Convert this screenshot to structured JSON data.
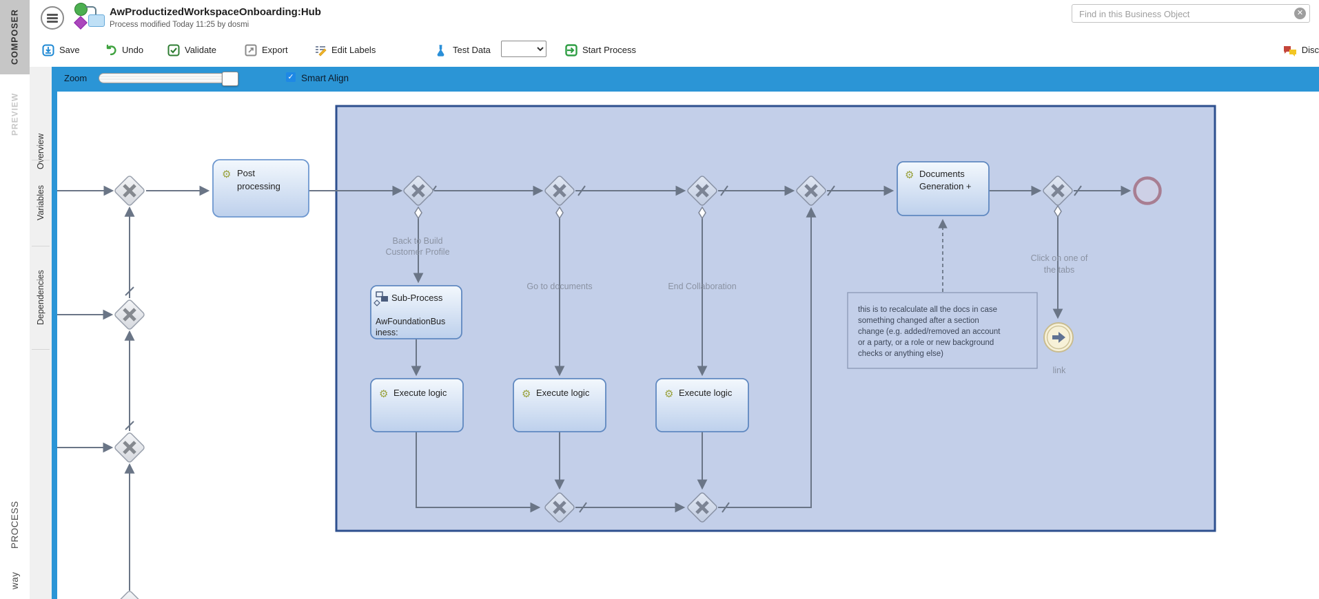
{
  "left_rail": {
    "composer": "COMPOSER",
    "preview": "PREVIEW",
    "process": "PROCESS",
    "way": "way",
    "tabs": [
      {
        "label": "Overview"
      },
      {
        "label": "Variables"
      },
      {
        "label": "Dependencies"
      }
    ]
  },
  "header": {
    "title": "AwProductizedWorkspaceOnboarding:Hub",
    "subtitle": "Process modified Today 11:25 by dosmi",
    "search_placeholder": "Find in this Business Object",
    "search_value": "",
    "clear_glyph": "✕"
  },
  "toolbar": {
    "save": "Save",
    "undo": "Undo",
    "validate": "Validate",
    "export": "Export",
    "edit_labels": "Edit Labels",
    "test_data": "Test Data",
    "test_data_selected": "",
    "start_process": "Start Process",
    "discussions": "Disc"
  },
  "canvas_bar": {
    "zoom_label": "Zoom",
    "smart_align": "Smart Align",
    "smart_align_checked": true,
    "check_glyph": "✓"
  },
  "diagram": {
    "gear_glyph": "⚙",
    "tasks": {
      "post_processing_1": "Post",
      "post_processing_2": "processing",
      "sub_process_title": "Sub-Process",
      "sub_process_body_1": "AwFoundationBus",
      "sub_process_body_2": "iness:",
      "execute_logic": "Execute logic",
      "documents_generation_1": "Documents",
      "documents_generation_2": "Generation +"
    },
    "labels": {
      "back_to_build_1": "Back to Build",
      "back_to_build_2": "Customer Profile",
      "go_to_documents": "Go to documents",
      "end_collaboration": "End Collaboration",
      "click_tabs_1": "Click on one of",
      "click_tabs_2": "the tabs",
      "link": "link"
    },
    "annotation": {
      "lines": [
        "this is to recalculate all the docs in case",
        "something changed after a section",
        "change (e.g. added/removed an account",
        "or a party, or a role or new background",
        "checks or anything else)"
      ]
    },
    "colors": {
      "container_fill": "#c3cfe9",
      "container_border": "#2d4f8e",
      "flow": "#6a7586",
      "accent_blue": "#2b95d6",
      "end_event_ring": "#a87e92",
      "link_event_ring": "#c9bc8f"
    }
  }
}
